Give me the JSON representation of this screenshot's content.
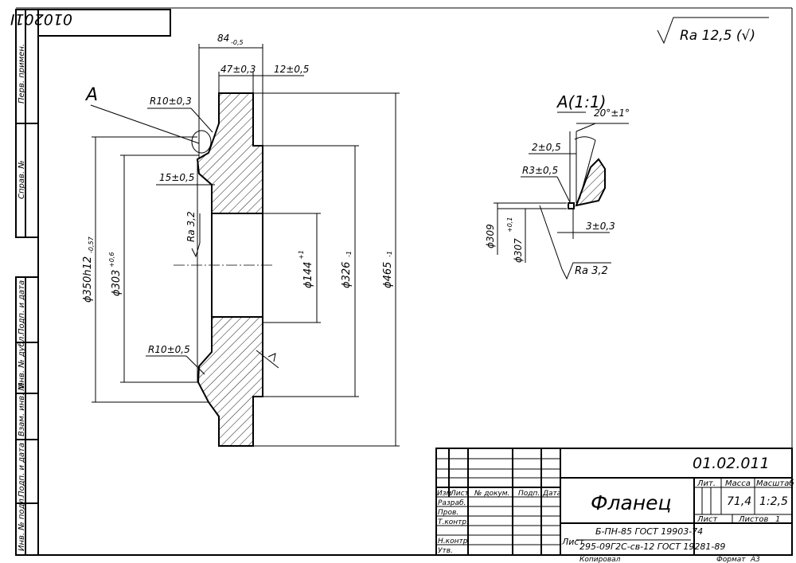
{
  "drawing": {
    "code_stamp": "010201I",
    "surface_finish": "Ra 12,5 (√)",
    "view_label": "A",
    "detail_label": "A(1:1)"
  },
  "dimensions": {
    "width_total": "84",
    "width_total_tol": "-0,5",
    "hub_width": "47±0,3",
    "flange_width": "12±0,5",
    "radius_top": "R10±0,3",
    "radius_bottom": "R10±0,5",
    "step_depth": "15±0,5",
    "ra_face": "Ra 3,2",
    "dia_350": "ϕ350h12",
    "dia_350_tol": "-0,57",
    "dia_303": "ϕ303",
    "dia_303_tol": "+0,6",
    "dia_144": "ϕ144",
    "dia_144_tol": "+1",
    "dia_326": "ϕ326",
    "dia_326_tol": "-1",
    "dia_465": "ϕ465",
    "dia_465_tol": "-1"
  },
  "detail": {
    "angle": "20°±1°",
    "gap": "2±0,5",
    "radius": "R3±0,5",
    "depth": "3±0,3",
    "dia_309": "ϕ309",
    "dia_307": "ϕ307",
    "dia_307_tol": "+0,1",
    "ra": "Ra 3,2"
  },
  "side_stamp": [
    "Перв. примен.",
    "Справ. №",
    "Подп. и дата",
    "Инв. № дубл.",
    "Взам. инв. №",
    "Подп. и дата",
    "Инв. № подл."
  ],
  "title_block": {
    "doc_number": "01.02.011",
    "part_name": "Фланец",
    "col_headers": [
      "Изм",
      "Лист",
      "№ докум.",
      "Подп.",
      "Дата"
    ],
    "roles": [
      "Разраб.",
      "Пров.",
      "Т.контр.",
      "Н.контр.",
      "Утв."
    ],
    "lit_label": "Лит.",
    "mass_label": "Масса",
    "scale_label": "Масштаб",
    "mass_value": "71,4",
    "scale_value": "1:2,5",
    "sheet_label": "Лист",
    "sheets_label": "Листов",
    "sheets_value": "1",
    "material_line1": "Б-ПН-85 ГОСТ 19903-74",
    "material_line2_prefix": "Лист",
    "material_line2": "295-09Г2С-св-12 ГОСТ 19281-89",
    "copied_label": "Копировал",
    "format_label": "Формат",
    "format_value": "А3"
  }
}
